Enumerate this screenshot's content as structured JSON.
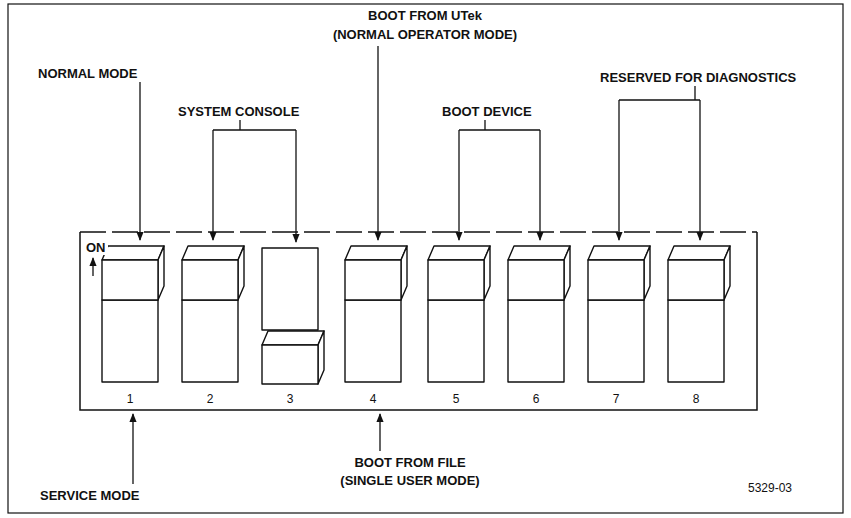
{
  "diagram": {
    "labels": [
      "BOOT FROM UTek",
      "(NORMAL OPERATOR MODE)",
      "NORMAL MODE",
      "SYSTEM CONSOLE",
      "BOOT DEVICE",
      "RESERVED FOR DIAGNOSTICS",
      "ON",
      "1",
      "2",
      "3",
      "4",
      "5",
      "6",
      "7",
      "8",
      "SERVICE MODE",
      "BOOT FROM FILE",
      "(SINGLE USER MODE)",
      "5329-03"
    ]
  }
}
